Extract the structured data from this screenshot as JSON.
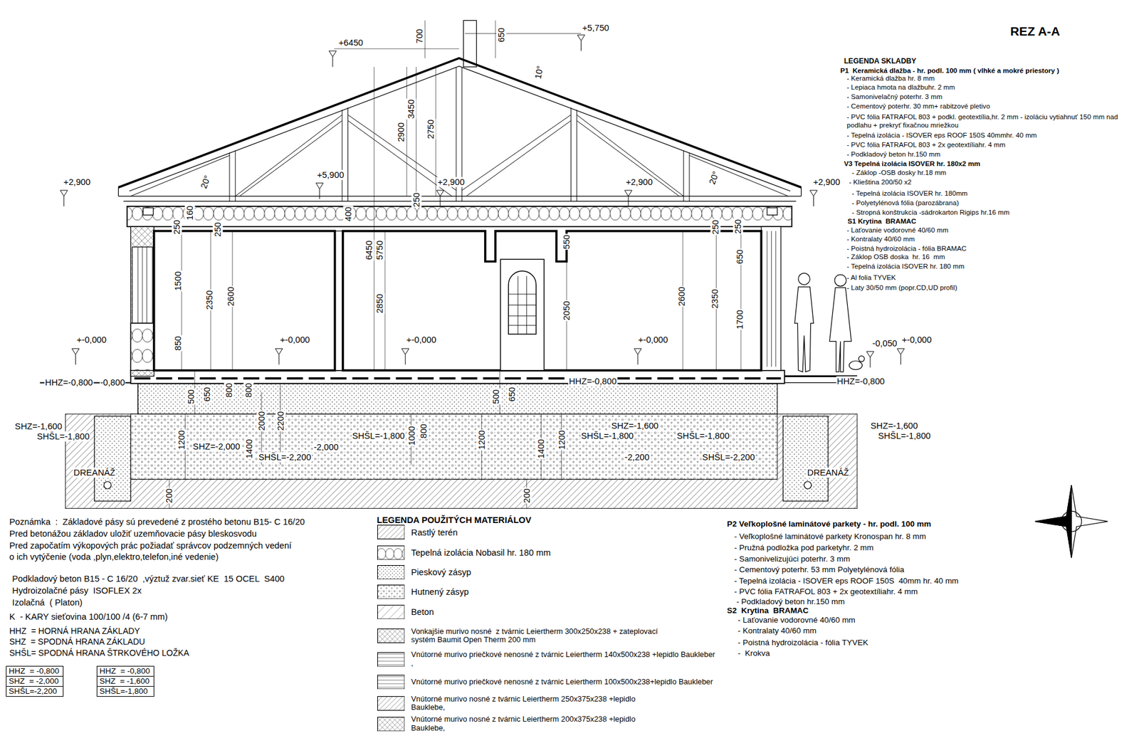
{
  "diagram": {
    "title": "REZ A-A",
    "nodes": [
      {
        "text": [
          "HHZ  = -0,800",
          "SHZ  = -2,000",
          "SHŠL=-2,200"
        ]
      },
      {
        "text": [
          "HHZ  = -0,800",
          "SHZ  = -1,600",
          "SHŠL=-1,800"
        ]
      }
    ],
    "labels": [
      "+6450",
      "700",
      "650",
      "+5,750",
      "10°",
      "3450",
      "2900",
      "2750",
      "+5,900",
      "+2,900",
      "20°",
      "+2,900",
      "+2,900",
      "20°",
      "+2,900",
      "250",
      "160",
      "400",
      "250",
      "250",
      "250",
      "250",
      "6450",
      "5750",
      "550",
      "650",
      "1500",
      "2350",
      "2600",
      "2850",
      "2050",
      "2600",
      "2350",
      "1700",
      "850",
      "+-0,000",
      "+-0,000",
      "+-0,000",
      "+-0,000",
      "-0,050",
      "+-0,000",
      "HHZ=-0,800",
      "-0,800",
      "HHZ=-0,800",
      "HHZ=-0,800",
      "500",
      "650",
      "800",
      "800",
      "500",
      "650",
      "SHZ=-1,600",
      "SHŠL=-1,800",
      "2000",
      "2200",
      "1200",
      "SHZ=-2,000",
      "1400",
      "-2,000",
      "SHŠL=-2,200",
      "SHŠL=-1,800",
      "1000",
      "800",
      "1200",
      "1400",
      "1200",
      "SHZ=-1,600",
      "SHŠL=-1,800",
      "SHŠL=-1,800",
      "-2,200",
      "SHŠL=-2,200",
      "SHZ=-1,600",
      "SHŠL=-1,800",
      "DREANÁŽ",
      "DREANÁŽ",
      "200",
      "200",
      "LEGENDA SKLADBY",
      "P1  Keramická dlažba - hr. podl. 100 mm ( vlhké a mokré priestory )",
      "- Keramická dlažba hr. 8 mm",
      "- Lepiaca hmota na dlažbuhr. 2 mm",
      "- Samonivelačný poterhr. 3 mm",
      "- Cementový poterhr. 30 mm+ rabitzové pletivo",
      "- PVC fólia FATRAFOL 803 + podkl. geotextília,hr. 2 mm - izoláciu vytiahnuť 150 mm nad podlahu + prekryť fixačnou mriežkou",
      "- Tepelná izolácia - ISOVER eps ROOF 150S 40mmhr. 40 mm",
      "- PVC fólia FATRAFOL 803 + 2x geotextíliahr. 4 mm",
      "- Podkladový beton hr.150 mm",
      "V3 Tepelná izolácia ISOVER hr. 180x2 mm",
      "- Záklop -OSB dosky hr.18 mm",
      "- Klieština 200/50 x2",
      "- Tepelná izolácia ISOVER hr. 180mm",
      "- Polyetylénová fólia (parozábrana)",
      "- Stropná konštrukcia -sádrokarton Rigips hr.16 mm",
      "S1 Krytina  BRAMAC",
      "- Laťovanie vodorovné 40/60 mm",
      "- Kontralaty 40/60 mm",
      "- Poistná hydroizolácia - fólia BRAMAC",
      "- Záklop OSB doska  hr. 16  mm",
      "- Tepelná izolácia ISOVER hr. 180 mm",
      "- Al folia TYVEK",
      "- Laty 30/50 mm (popr.CD,UD profil)",
      "Poznámka  :  Základové pásy sú prevedené z prostého betonu B15- C 16/20",
      "Pred betonážou základov uložiť uzemňovacie pásy bleskosvodu",
      "Pred započatím výkopových prác požiadať správcov podzemných vedení",
      "o ich vytýčenie (voda ,plyn,elektro,telefon,iné vedenie)",
      "Podkladový beton B15 - C 16/20  ,výztuž zvar.sieť KE  15 OCEL  S400",
      "Hydroizolačné pásy  ISOFLEX 2x",
      "Izolačná  ( Platon)",
      "K  - KARY sieťovina 100/100 /4 (6-7 mm)",
      "HHZ  = HORNÁ HRANA ZÁKLADY",
      "SHZ  = SPODNÁ HRANA ZÁKLADU",
      "SHŠL= SPODNÁ HRANA ŠTRKOVÉHO LOŽKA",
      "LEGENDA POUŽITÝCH MATERIÁLOV",
      "P2 Veľkoplošné laminátové parkety - hr. podl. 100 mm",
      "- Veľkoplošné laminátové parkety Kronospan hr. 8 mm",
      "- Pružná podložka pod parketyhr. 2 mm",
      "- Samonivelizujúci poterhr. 3 mm",
      "- Cementový poterhr. 53 mm Polyetylénová fólia",
      "- Tepelná izolácia - ISOVER eps ROOF 150S  40mm hr. 40 mm",
      "- PVC fólia FATRAFOL 803 + 2x geotextíliahr. 4 mm",
      "- Podkladový beton hr.150 mm",
      "S2  Krytina  BRAMAC",
      "- Laťovanie vodorovné 40/60 mm",
      "- Kontralaty 40/60 mm",
      "- Poistná hydroizolácia - fólia TYVEK",
      "-  Krokva"
    ],
    "legend": [
      {
        "text": "Rastlý terén"
      },
      {
        "text": "Tepelná izolácia Nobasil hr. 180 mm"
      },
      {
        "text": "Pieskový zásyp"
      },
      {
        "text": "Hutnený zásyp"
      },
      {
        "text": "Beton"
      },
      {
        "text": "Vonkajšie murivo nosné  z tvárnic Leiertherm 300x250x238 + zateplovací systém Baumit Open Therm 200 mm"
      },
      {
        "text": "Vnútorné murivo priečkové nenosné z tvárnic Leiertherm 140x500x238 +lepidlo Baukleber ,"
      },
      {
        "text": "Vnútorné murivo priečkové nenosné z tvárnic Leiertherm 100x500x238+lepidlo Baukleber"
      },
      {
        "text": "Vnútorné murivo nosné z tvárnic Leiertherm 250x375x238 +lepidlo Bauklebe,"
      },
      {
        "text": "Vnútorné murivo nosné z tvárnic Leiertherm 200x375x238 +lepidlo Bauklebe,"
      }
    ]
  }
}
